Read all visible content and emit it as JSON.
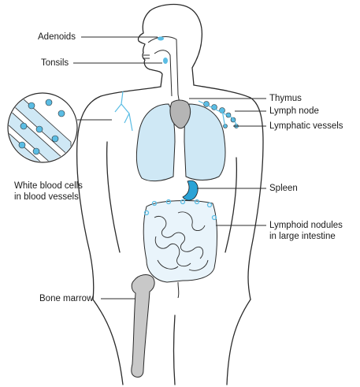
{
  "labels": {
    "adenoids": "Adenoids",
    "tonsils": "Tonsils",
    "white_blood_cells_line1": "White blood cells",
    "white_blood_cells_line2": "in blood vessels",
    "bone_marrow": "Bone marrow",
    "thymus": "Thymus",
    "lymph_node": "Lymph node",
    "lymphatic_vessels": "Lymphatic vessels",
    "spleen": "Spleen",
    "lymphoid_nodules_line1": "Lymphoid nodules",
    "lymphoid_nodules_line2": "in large intestine"
  },
  "colors": {
    "organ_fill": "#cfe8f5",
    "lymph_blue": "#5bbde4",
    "spleen_blue": "#2aa3d6",
    "bone_gray": "#c8c8c8",
    "outline": "#2b2b2b",
    "thymus_gray": "#9a9a9a"
  }
}
